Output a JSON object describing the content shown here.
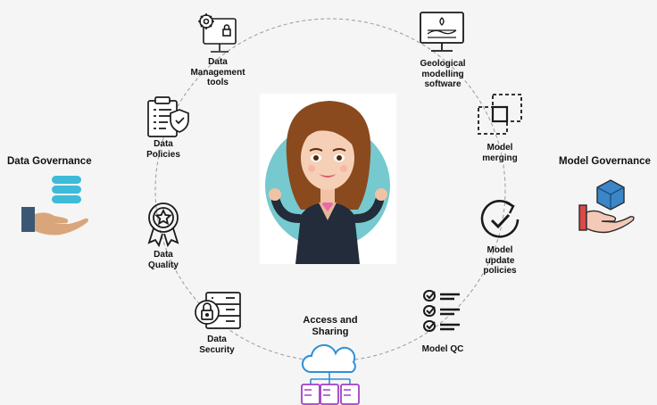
{
  "diagram": {
    "left_title": "Data Governance",
    "right_title": "Model Governance",
    "nodes": [
      {
        "key": "data_mgmt",
        "label": "Data\nManagement\ntools",
        "icon": "computer-gear-icon"
      },
      {
        "key": "geo",
        "label": "Geological\nmodelling\nsoftware",
        "icon": "monitor-terrain-icon"
      },
      {
        "key": "merge",
        "label": "Model\nmerging",
        "icon": "merge-squares-icon"
      },
      {
        "key": "update",
        "label": "Model\nupdate\npolicies",
        "icon": "refresh-check-icon"
      },
      {
        "key": "qc",
        "label": "Model QC",
        "icon": "checklist-icon"
      },
      {
        "key": "access",
        "label": "Access and\nSharing",
        "icon": "cloud-servers-icon"
      },
      {
        "key": "security",
        "label": "Data\nSecurity",
        "icon": "lock-server-icon"
      },
      {
        "key": "quality",
        "label": "Data\nQuality",
        "icon": "award-badge-icon"
      },
      {
        "key": "policies",
        "label": "Data\nPolicies",
        "icon": "clipboard-shield-icon"
      }
    ],
    "center_icon": "woman-shrugging-illustration",
    "left_icon": "hand-database-icon",
    "right_icon": "hand-cube-icon",
    "colors": {
      "ring": "#999999",
      "database": "#3dbbd9",
      "cube": "#3a86c8",
      "cloud": "#2f8fd8",
      "servers": "#a23fc8",
      "hair": "#8a4a1e",
      "teal": "#76c9cf"
    }
  }
}
